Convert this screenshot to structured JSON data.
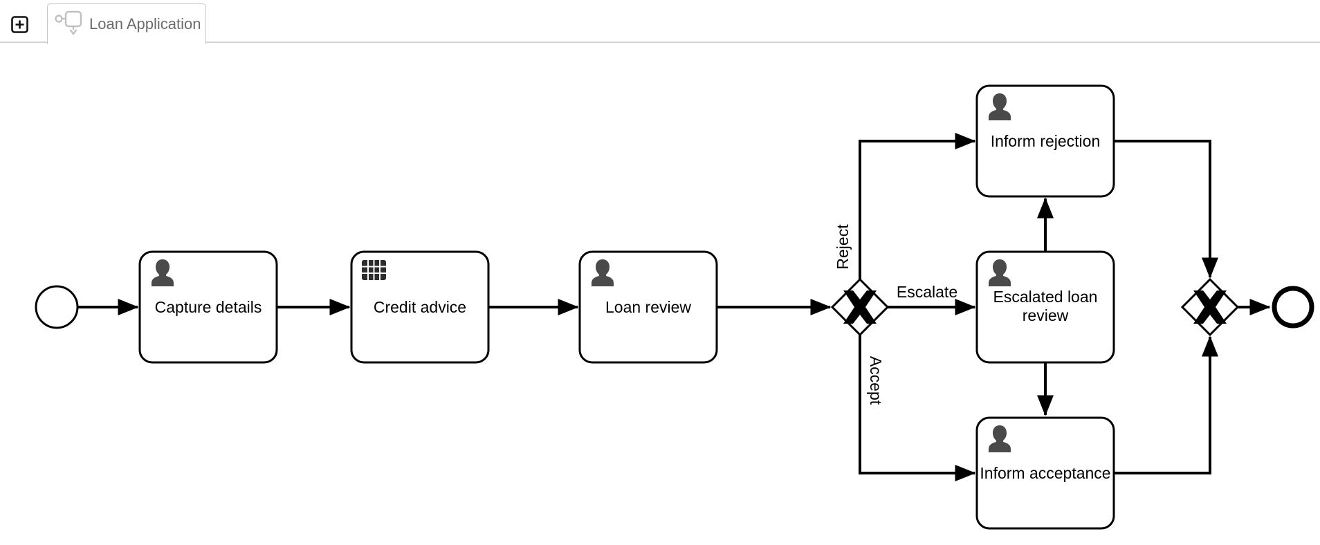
{
  "tab_bar": {
    "new_tab_button": {
      "icon": "plus-icon"
    },
    "tabs": [
      {
        "label": "Loan Application",
        "icon": "bpmn-process-icon",
        "active": true
      }
    ]
  },
  "diagram": {
    "type": "bpmn-process",
    "nodes": {
      "start_event": {
        "type": "start-event"
      },
      "capture_details": {
        "type": "user-task",
        "label": "Capture details",
        "icon": "user-icon"
      },
      "credit_advice": {
        "type": "business-rule-task",
        "label": "Credit advice",
        "icon": "table-icon"
      },
      "loan_review": {
        "type": "user-task",
        "label": "Loan review",
        "icon": "user-icon"
      },
      "split_gateway": {
        "type": "exclusive-gateway",
        "marker": "x-marker-icon"
      },
      "inform_rejection": {
        "type": "user-task",
        "label": "Inform rejection",
        "icon": "user-icon"
      },
      "escalated_loan_review": {
        "type": "user-task",
        "label": "Escalated loan review",
        "label_lines": [
          "Escalated loan",
          "review"
        ],
        "icon": "user-icon"
      },
      "inform_acceptance": {
        "type": "user-task",
        "label": "Inform acceptance",
        "icon": "user-icon"
      },
      "merge_gateway": {
        "type": "exclusive-gateway",
        "marker": "x-marker-icon"
      },
      "end_event": {
        "type": "end-event"
      }
    },
    "flow_labels": {
      "reject": "Reject",
      "escalate": "Escalate",
      "accept": "Accept"
    },
    "colors": {
      "shape_stroke": "#000000",
      "shape_fill": "#ffffff",
      "task_icon": "#4a4a4a",
      "tab_text": "#6b6b6b",
      "tab_border": "#c8c8c8",
      "tab_bar_line": "#d4d4d4",
      "tab_icon": "#c0c0c0"
    }
  }
}
